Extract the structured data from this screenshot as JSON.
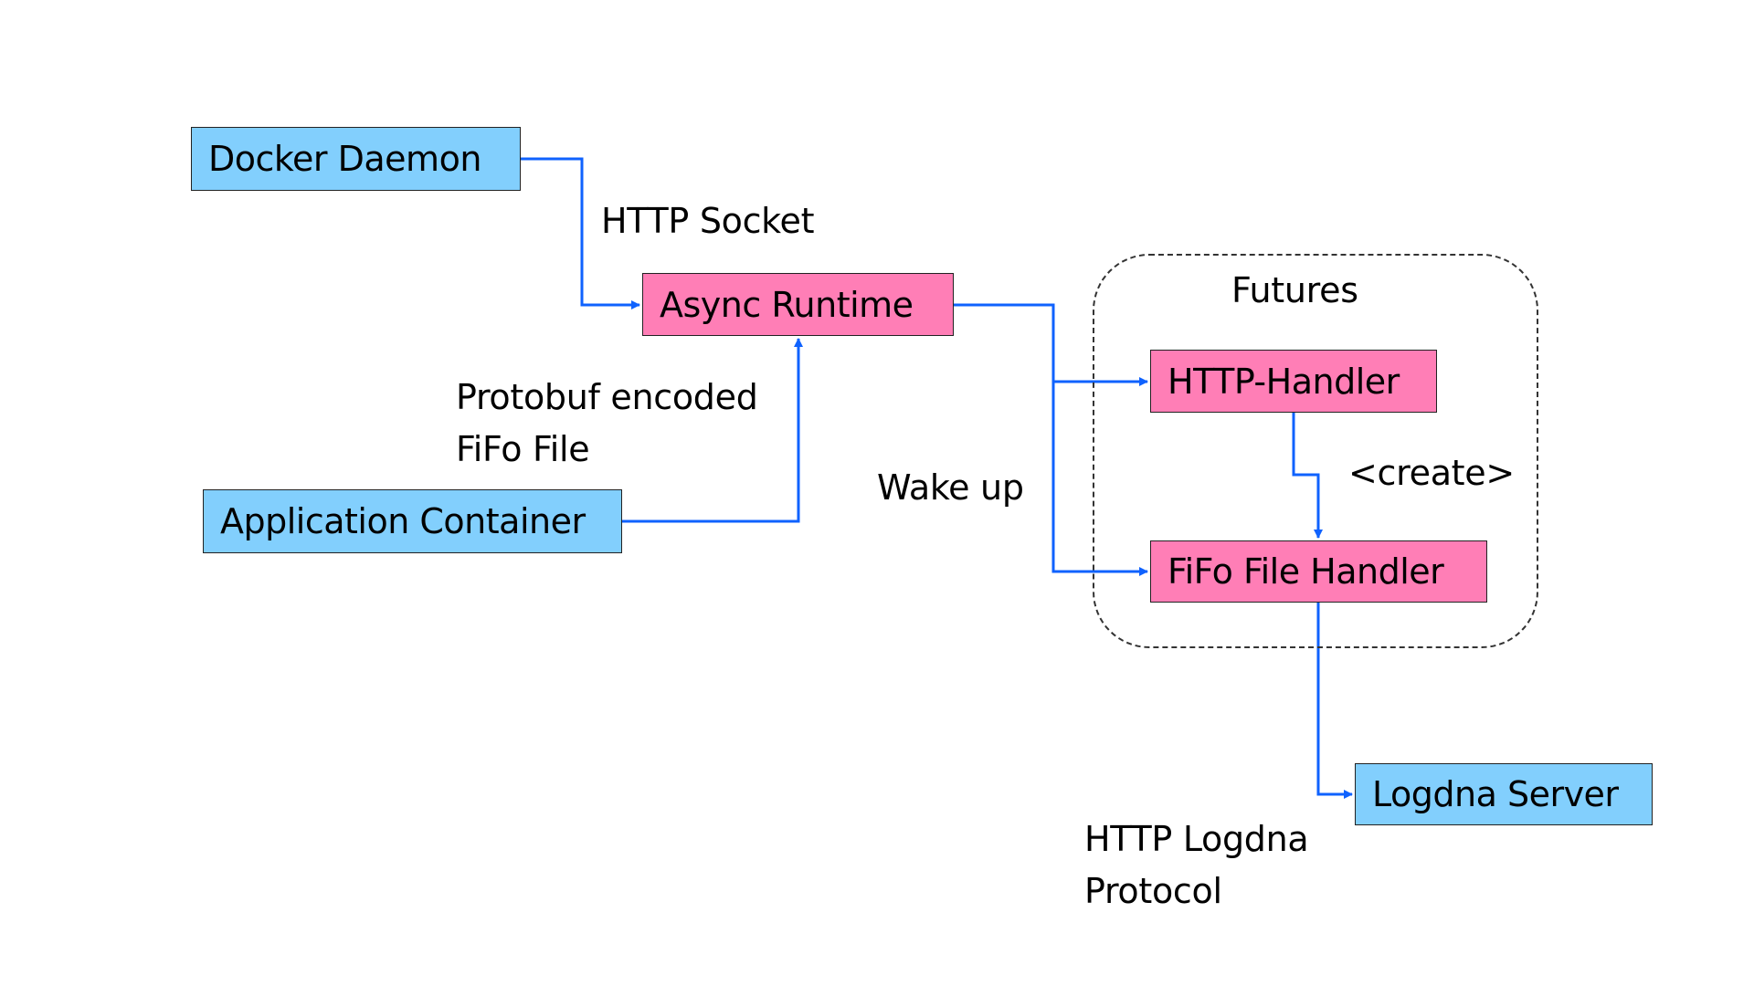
{
  "nodes": {
    "docker_daemon": "Docker Daemon",
    "async_runtime": "Async Runtime",
    "application_container": "Application Container",
    "http_handler": "HTTP-Handler",
    "fifo_file_handler": "FiFo File Handler",
    "logdna_server": "Logdna Server"
  },
  "group": {
    "label": "Futures"
  },
  "edge_labels": {
    "http_socket": "HTTP Socket",
    "protobuf_line1": "Protobuf encoded",
    "protobuf_line2": "FiFo File",
    "wake_up": "Wake up",
    "create": "<create>",
    "logdna_line1": "HTTP Logdna",
    "logdna_line2": "Protocol"
  },
  "edges": [
    {
      "from": "Docker Daemon",
      "to": "Async Runtime",
      "label": "HTTP Socket"
    },
    {
      "from": "Application Container",
      "to": "Async Runtime",
      "label": "Protobuf encoded FiFo File"
    },
    {
      "from": "Async Runtime",
      "to": "HTTP-Handler",
      "label": "Wake up"
    },
    {
      "from": "Async Runtime",
      "to": "FiFo File Handler",
      "label": "Wake up"
    },
    {
      "from": "HTTP-Handler",
      "to": "FiFo File Handler",
      "label": "<create>"
    },
    {
      "from": "FiFo File Handler",
      "to": "Logdna Server",
      "label": "HTTP Logdna Protocol"
    }
  ],
  "colors": {
    "external_node": "#82cffd",
    "internal_node": "#ff7eb6",
    "edge": "#0f62fe"
  }
}
